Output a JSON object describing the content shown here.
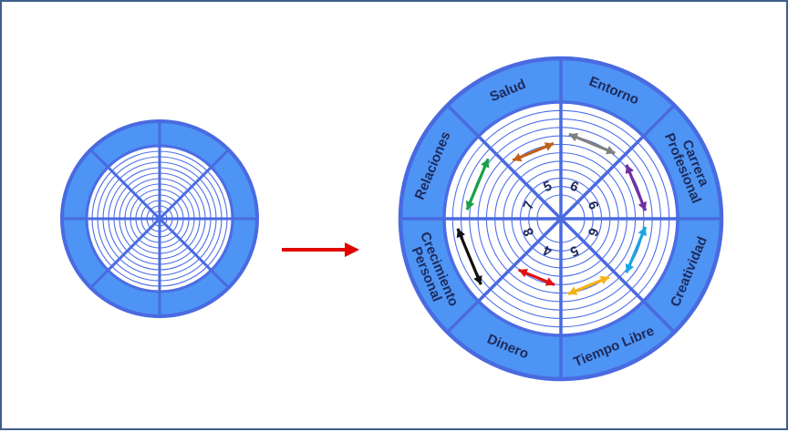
{
  "segments": [
    {
      "label_lines": [
        "Entorno"
      ],
      "score": "6",
      "arrow_color": "#808080"
    },
    {
      "label_lines": [
        "Carrera",
        "Profesional"
      ],
      "score": "6",
      "arrow_color": "#7030a0"
    },
    {
      "label_lines": [
        "Creatividad"
      ],
      "score": "6",
      "arrow_color": "#1ba5e0"
    },
    {
      "label_lines": [
        "Tiempo Libre"
      ],
      "score": "5",
      "arrow_color": "#f5b014"
    },
    {
      "label_lines": [
        "Dinero"
      ],
      "score": "4",
      "arrow_color": "#e01010"
    },
    {
      "label_lines": [
        "Crecimiento",
        "Personal"
      ],
      "score": "8",
      "arrow_color": "#111111"
    },
    {
      "label_lines": [
        "Relaciones"
      ],
      "score": "7",
      "arrow_color": "#1aa048"
    },
    {
      "label_lines": [
        "Salud"
      ],
      "score": "5",
      "arrow_color": "#c0601a"
    }
  ],
  "colors": {
    "outer_ring": "#4d94f5",
    "border": "#4a6ae0",
    "inner_fill": "#ffffff",
    "rings": "#4d6fe8",
    "transition_arrow": "#e00000"
  }
}
